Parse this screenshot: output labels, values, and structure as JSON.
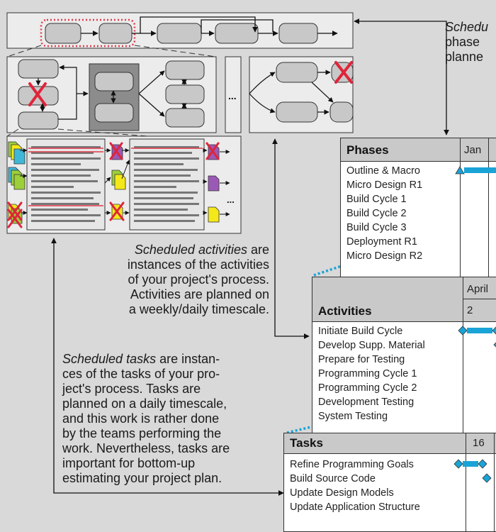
{
  "captions": {
    "scheduled_phases": {
      "emph": "Schedu",
      "rest_1": "phase",
      "rest_2": "planne"
    },
    "scheduled_activities": {
      "emph": "Scheduled activities",
      "line1_rest": " are",
      "line2": "instances of the activities",
      "line3": "of your project's process.",
      "line4": "Activities are planned on",
      "line5": "a weekly/daily timescale."
    },
    "scheduled_tasks": {
      "emph": "Scheduled tasks",
      "line1_rest": " are instan-",
      "line2": "ces of the tasks of your pro-",
      "line3": "ject's process. Tasks are",
      "line4": "planned on a daily timescale,",
      "line5": "and this work is rather done",
      "line6": "by the teams performing the",
      "line7": "work. Nevertheless, tasks are",
      "line8": "important for bottom-up",
      "line9": "estimating your project plan."
    }
  },
  "phases_panel": {
    "title": "Phases",
    "column": "Jan",
    "rows": [
      "Outline & Macro",
      "Micro Design R1",
      "Build Cycle 1",
      "Build Cycle 2",
      "Build Cycle 3",
      "Deployment R1",
      "Micro Design R2"
    ]
  },
  "activities_panel": {
    "title": "Activities",
    "month": "April",
    "week": "2",
    "rows": [
      "Initiate Build Cycle",
      "Develop Supp. Material",
      "Prepare for Testing",
      "Programming Cycle 1",
      "Programming Cycle 2",
      "Development Testing",
      "System Testing"
    ]
  },
  "tasks_panel": {
    "title": "Tasks",
    "day": "16",
    "rows": [
      "Refine Programming Goals",
      "Build Source Code",
      "Update Design Models",
      "Update Application Structure"
    ]
  },
  "diagram": {
    "ellipsis": "..."
  },
  "colors": {
    "accent_blue": "#1aa3d6",
    "cross_red": "#e0243a",
    "highlight_red": "#e03a4a",
    "doc_yellow": "#f4e81a",
    "doc_green": "#9ccf3a",
    "doc_cyan": "#3fb8d8",
    "doc_purple": "#9b59b6"
  }
}
